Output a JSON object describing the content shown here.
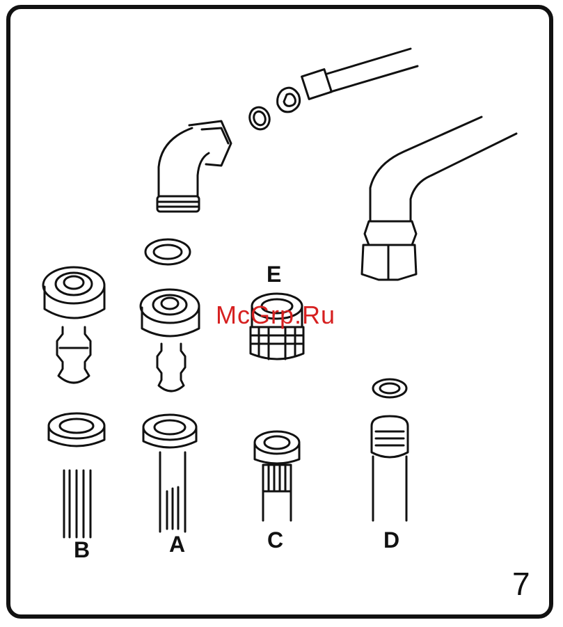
{
  "labels": {
    "b": "B",
    "a": "A",
    "c": "C",
    "d": "D",
    "e": "E"
  },
  "figure_number": "7",
  "watermark": "McGrp.Ru",
  "colors": {
    "ink": "#111111",
    "watermark": "#d62020",
    "background": "#ffffff"
  }
}
